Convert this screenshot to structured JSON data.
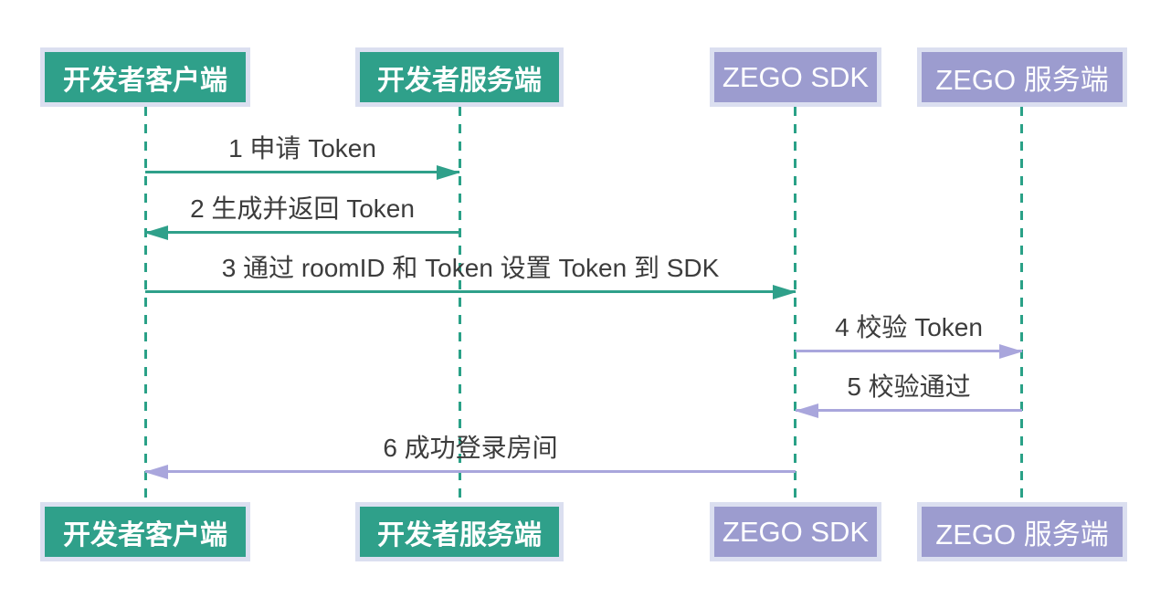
{
  "diagram": {
    "type": "sequence",
    "participants": [
      {
        "id": "dev-client",
        "label": "开发者客户端",
        "fill": "#2FA08A"
      },
      {
        "id": "dev-server",
        "label": "开发者服务端",
        "fill": "#2FA08A"
      },
      {
        "id": "zego-sdk",
        "label": "ZEGO SDK",
        "fill": "#9C9CCF"
      },
      {
        "id": "zego-server",
        "label": "ZEGO 服务端",
        "fill": "#9C9CCF"
      }
    ],
    "messages": [
      {
        "seq": "1",
        "label": "1 申请 Token",
        "from": "dev-client",
        "to": "dev-server",
        "direction": "right",
        "color": "#2FA08A"
      },
      {
        "seq": "2",
        "label": "2 生成并返回 Token",
        "from": "dev-server",
        "to": "dev-client",
        "direction": "left",
        "color": "#2FA08A"
      },
      {
        "seq": "3",
        "label": "3 通过 roomID 和 Token 设置 Token 到 SDK",
        "from": "dev-client",
        "to": "zego-sdk",
        "direction": "right",
        "color": "#2FA08A"
      },
      {
        "seq": "4",
        "label": "4 校验 Token",
        "from": "zego-sdk",
        "to": "zego-server",
        "direction": "right",
        "color": "#A9A6DC"
      },
      {
        "seq": "5",
        "label": "5 校验通过",
        "from": "zego-server",
        "to": "zego-sdk",
        "direction": "left",
        "color": "#A9A6DC"
      },
      {
        "seq": "6",
        "label": "6 成功登录房间",
        "from": "zego-sdk",
        "to": "dev-client",
        "direction": "left",
        "color": "#A9A6DC"
      }
    ],
    "colors": {
      "teal": "#2FA08A",
      "purple_box": "#9C9CCF",
      "purple_arrow": "#A9A6DC",
      "box_border": "#DBDFF0",
      "lifeline": "#2AA187",
      "label_text": "#3C3C3C",
      "background": "#FFFFFF"
    }
  }
}
